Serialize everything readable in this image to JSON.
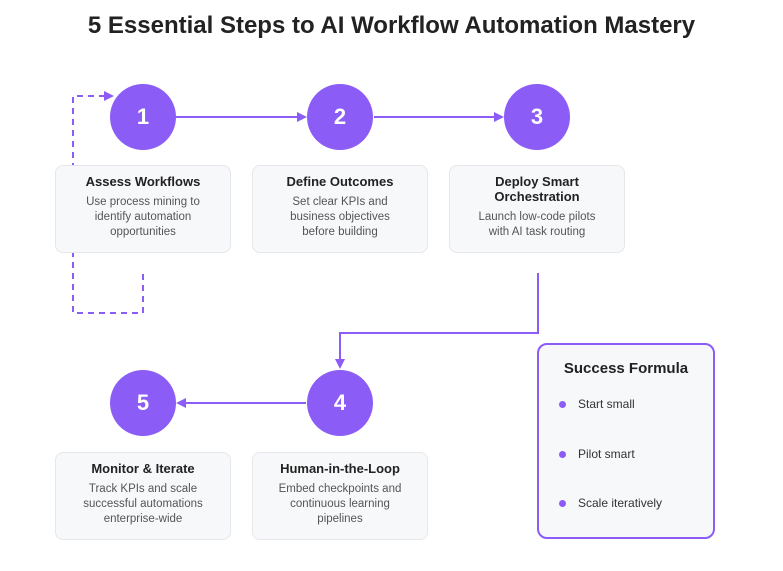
{
  "title": "5 Essential Steps to AI Workflow Automation Mastery",
  "accent_color": "#8b5cf6",
  "steps": [
    {
      "number": "1",
      "heading": "Assess Workflows",
      "desc_lines": [
        "Use process mining to",
        "identify automation",
        "opportunities"
      ]
    },
    {
      "number": "2",
      "heading": "Define Outcomes",
      "desc_lines": [
        "Set clear KPIs and",
        "business objectives",
        "before building"
      ]
    },
    {
      "number": "3",
      "heading_lines": [
        "Deploy Smart",
        "Orchestration"
      ],
      "desc_lines": [
        "Launch low-code pilots",
        "with AI task routing"
      ]
    },
    {
      "number": "4",
      "heading": "Human-in-the-Loop",
      "desc_lines": [
        "Embed checkpoints and",
        "continuous learning",
        "pipelines"
      ]
    },
    {
      "number": "5",
      "heading": "Monitor & Iterate",
      "desc_lines": [
        "Track KPIs and scale",
        "successful automations",
        "enterprise-wide"
      ]
    }
  ],
  "formula": {
    "title": "Success Formula",
    "items": [
      "Start small",
      "Pilot smart",
      "Scale iteratively"
    ]
  }
}
